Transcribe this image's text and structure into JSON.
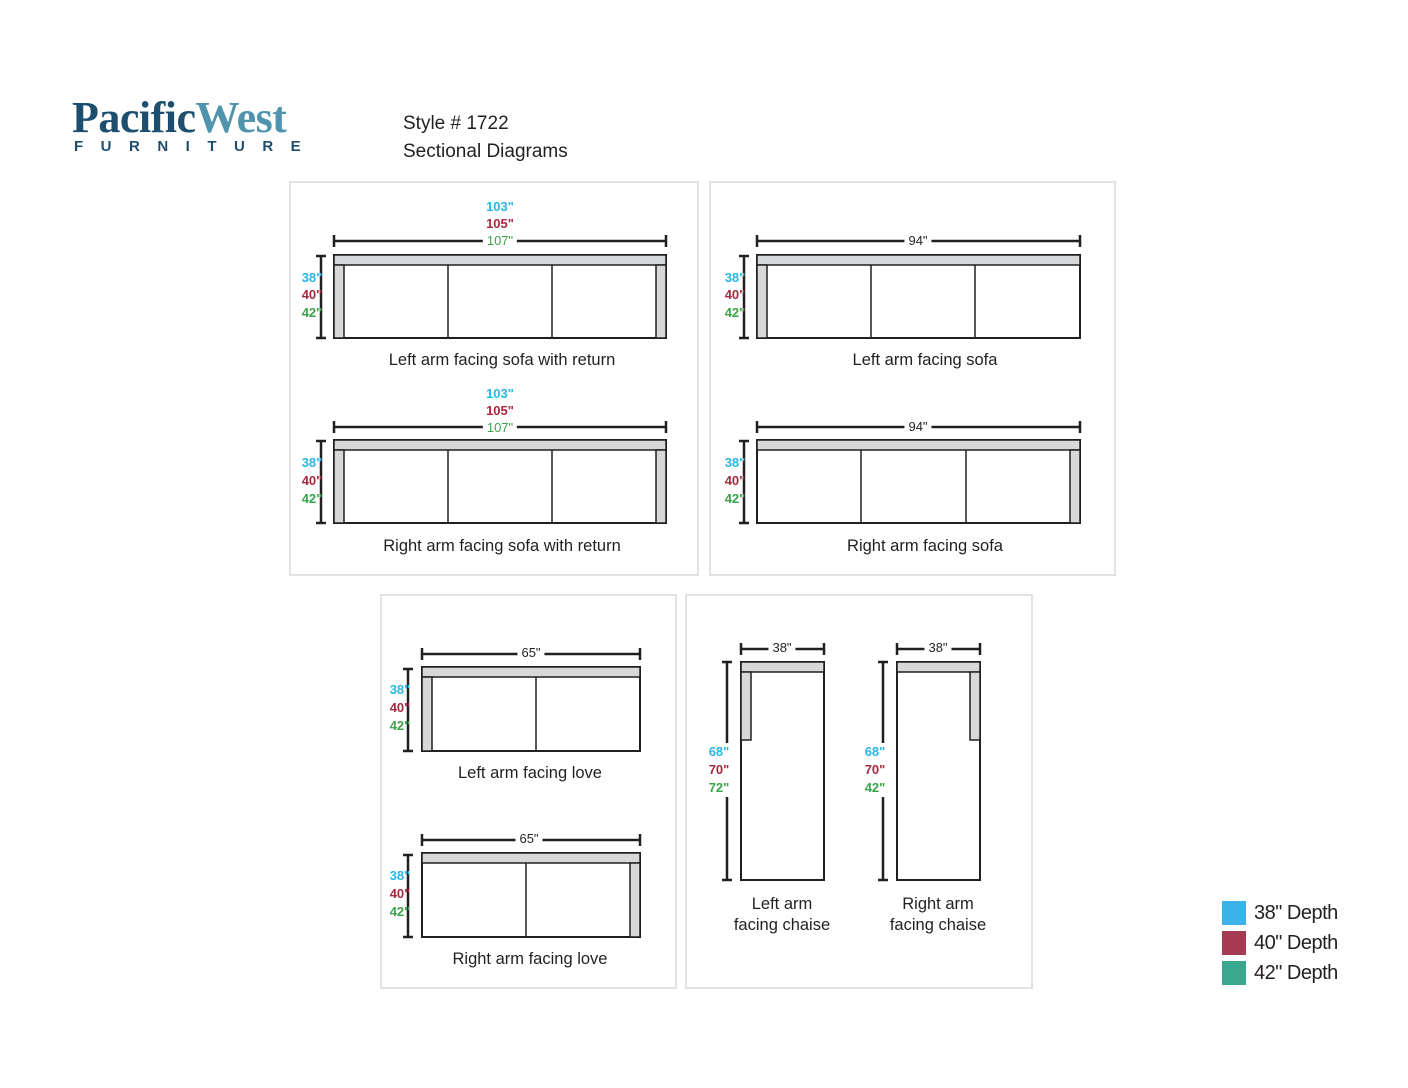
{
  "brand": {
    "name_part1": "Pacific",
    "name_part2": "West",
    "subtitle": "FURNITURE"
  },
  "style": {
    "number_label": "Style # 1722",
    "title": "Sectional Diagrams"
  },
  "colors": {
    "depth38": "#29b6e6",
    "depth40": "#a52a3e",
    "depth42": "#3aa34a",
    "arm_fill": "#d7d8da",
    "line": "#231f20"
  },
  "pieces": [
    {
      "label": "Left arm facing sofa with return",
      "widths": [
        "103\"",
        "105\"",
        "107\""
      ],
      "depths": [
        "38\"",
        "40\"",
        "42\""
      ]
    },
    {
      "label": "Right arm facing sofa with return",
      "widths": [
        "103\"",
        "105\"",
        "107\""
      ],
      "depths": [
        "38\"",
        "40\"",
        "42\""
      ]
    },
    {
      "label": "Left arm facing sofa",
      "width": "94\"",
      "depths": [
        "38\"",
        "40\"",
        "42\""
      ]
    },
    {
      "label": "Right arm facing sofa",
      "width": "94\"",
      "depths": [
        "38\"",
        "40\"",
        "42\""
      ]
    },
    {
      "label": "Left arm facing love",
      "width": "65\"",
      "depths": [
        "38\"",
        "40\"",
        "42\""
      ]
    },
    {
      "label": "Right arm facing love",
      "width": "65\"",
      "depths": [
        "38\"",
        "40\"",
        "42\""
      ]
    },
    {
      "label_line1": "Left arm",
      "label_line2": "facing chaise",
      "width": "38\"",
      "lengths": [
        "68\"",
        "70\"",
        "72\""
      ]
    },
    {
      "label_line1": "Right arm",
      "label_line2": "facing chaise",
      "width": "38\"",
      "lengths": [
        "68\"",
        "70\"",
        "42\""
      ]
    }
  ],
  "legend": [
    {
      "label": "38\" Depth",
      "color": "#3bb2e8"
    },
    {
      "label": "40\" Depth",
      "color": "#a53a52"
    },
    {
      "label": "42\" Depth",
      "color": "#3aa88e"
    }
  ]
}
